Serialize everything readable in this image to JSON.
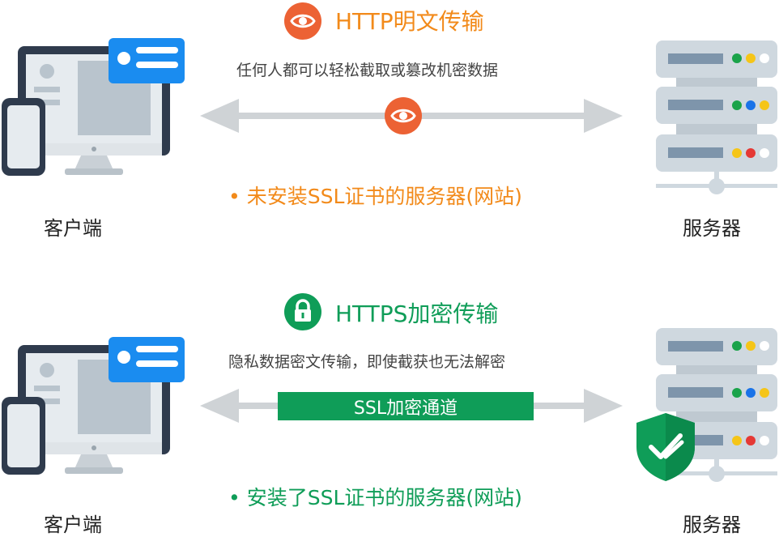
{
  "colors": {
    "http_accent": "#f28a1a",
    "http_icon_bg": "#ec6234",
    "https_accent": "#0f9d58",
    "arrow_gray": "#cfd3d6",
    "screen_blue": "#1a8cf0",
    "server_gray": "#cfd8df",
    "dot_green": "#1aa34a",
    "dot_yellow": "#f5c518",
    "dot_blue": "#1a73e8",
    "dot_red": "#e53935"
  },
  "http": {
    "title": "HTTP明文传输",
    "subtitle": "任何人都可以轻松截取或篡改机密数据",
    "note": "未安装SSL证书的服务器(网站)",
    "client_label": "客户端",
    "server_label": "服务器",
    "title_icon": "eye-icon",
    "mid_icon": "eye-icon"
  },
  "https": {
    "title": "HTTPS加密传输",
    "subtitle": "隐私数据密文传输，即使截获也无法解密",
    "channel_label": "SSL加密通道",
    "note": "安装了SSL证书的服务器(网站)",
    "client_label": "客户端",
    "server_label": "服务器",
    "title_icon": "lock-icon",
    "shield_icon": "shield-check-icon"
  }
}
